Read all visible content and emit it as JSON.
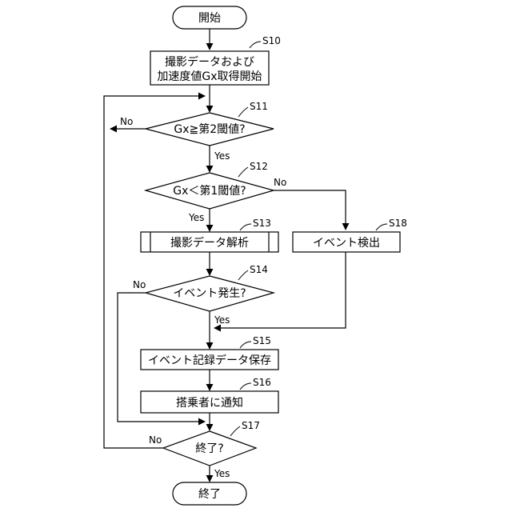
{
  "nodes": {
    "start": "開始",
    "s10_line1": "撮影データおよび",
    "s10_line2": "加速度値Gx取得開始",
    "s11": "Gx≧第2閾値?",
    "s12": "Gx＜第1閾値?",
    "s13": "撮影データ解析",
    "s18": "イベント検出",
    "s14": "イベント発生?",
    "s15": "イベント記録データ保存",
    "s16": "搭乗者に通知",
    "s17": "終了?",
    "end": "終了"
  },
  "steps": {
    "s10": "S10",
    "s11": "S11",
    "s12": "S12",
    "s13": "S13",
    "s14": "S14",
    "s15": "S15",
    "s16": "S16",
    "s17": "S17",
    "s18": "S18"
  },
  "branches": {
    "s11_no": "No",
    "s11_yes": "Yes",
    "s12_no": "No",
    "s12_yes": "Yes",
    "s14_no": "No",
    "s14_yes": "Yes",
    "s17_no": "No",
    "s17_yes": "Yes"
  }
}
